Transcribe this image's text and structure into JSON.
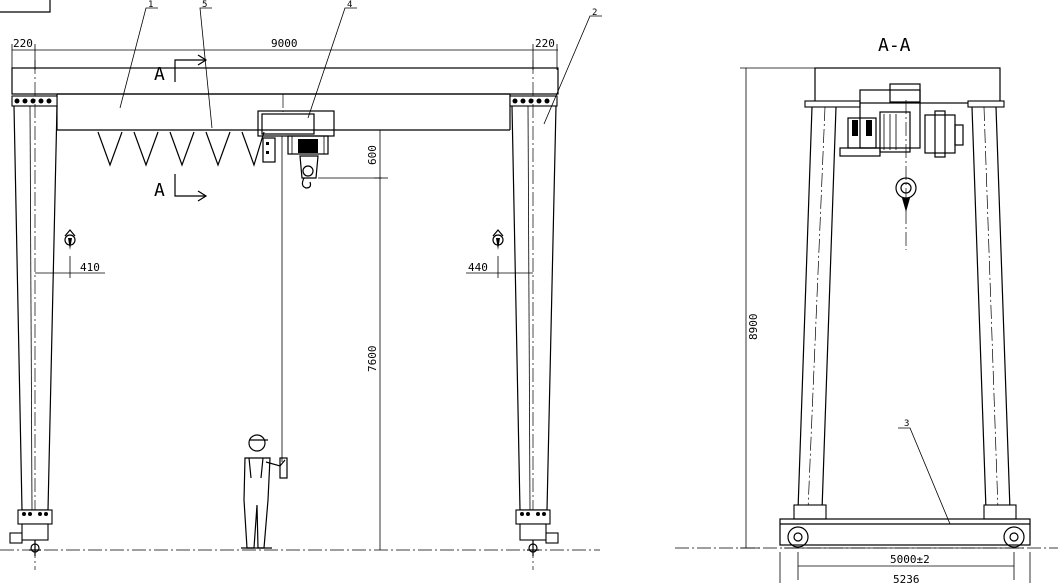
{
  "front_view": {
    "dims": {
      "end_left": "220",
      "span": "9000",
      "end_right": "220",
      "hook_offset": "600",
      "lift_height": "7600",
      "left_offset": "410",
      "right_offset": "440"
    },
    "section_marker": {
      "top": "A",
      "bottom": "A"
    },
    "part_numbers": {
      "p1": "1",
      "p2": "2",
      "p4": "4",
      "p5": "5"
    }
  },
  "side_view": {
    "section_title": "A-A",
    "dims": {
      "height": "8900",
      "wheelbase": "5000±2",
      "overall": "5236"
    },
    "part_numbers": {
      "p3": "3"
    }
  }
}
